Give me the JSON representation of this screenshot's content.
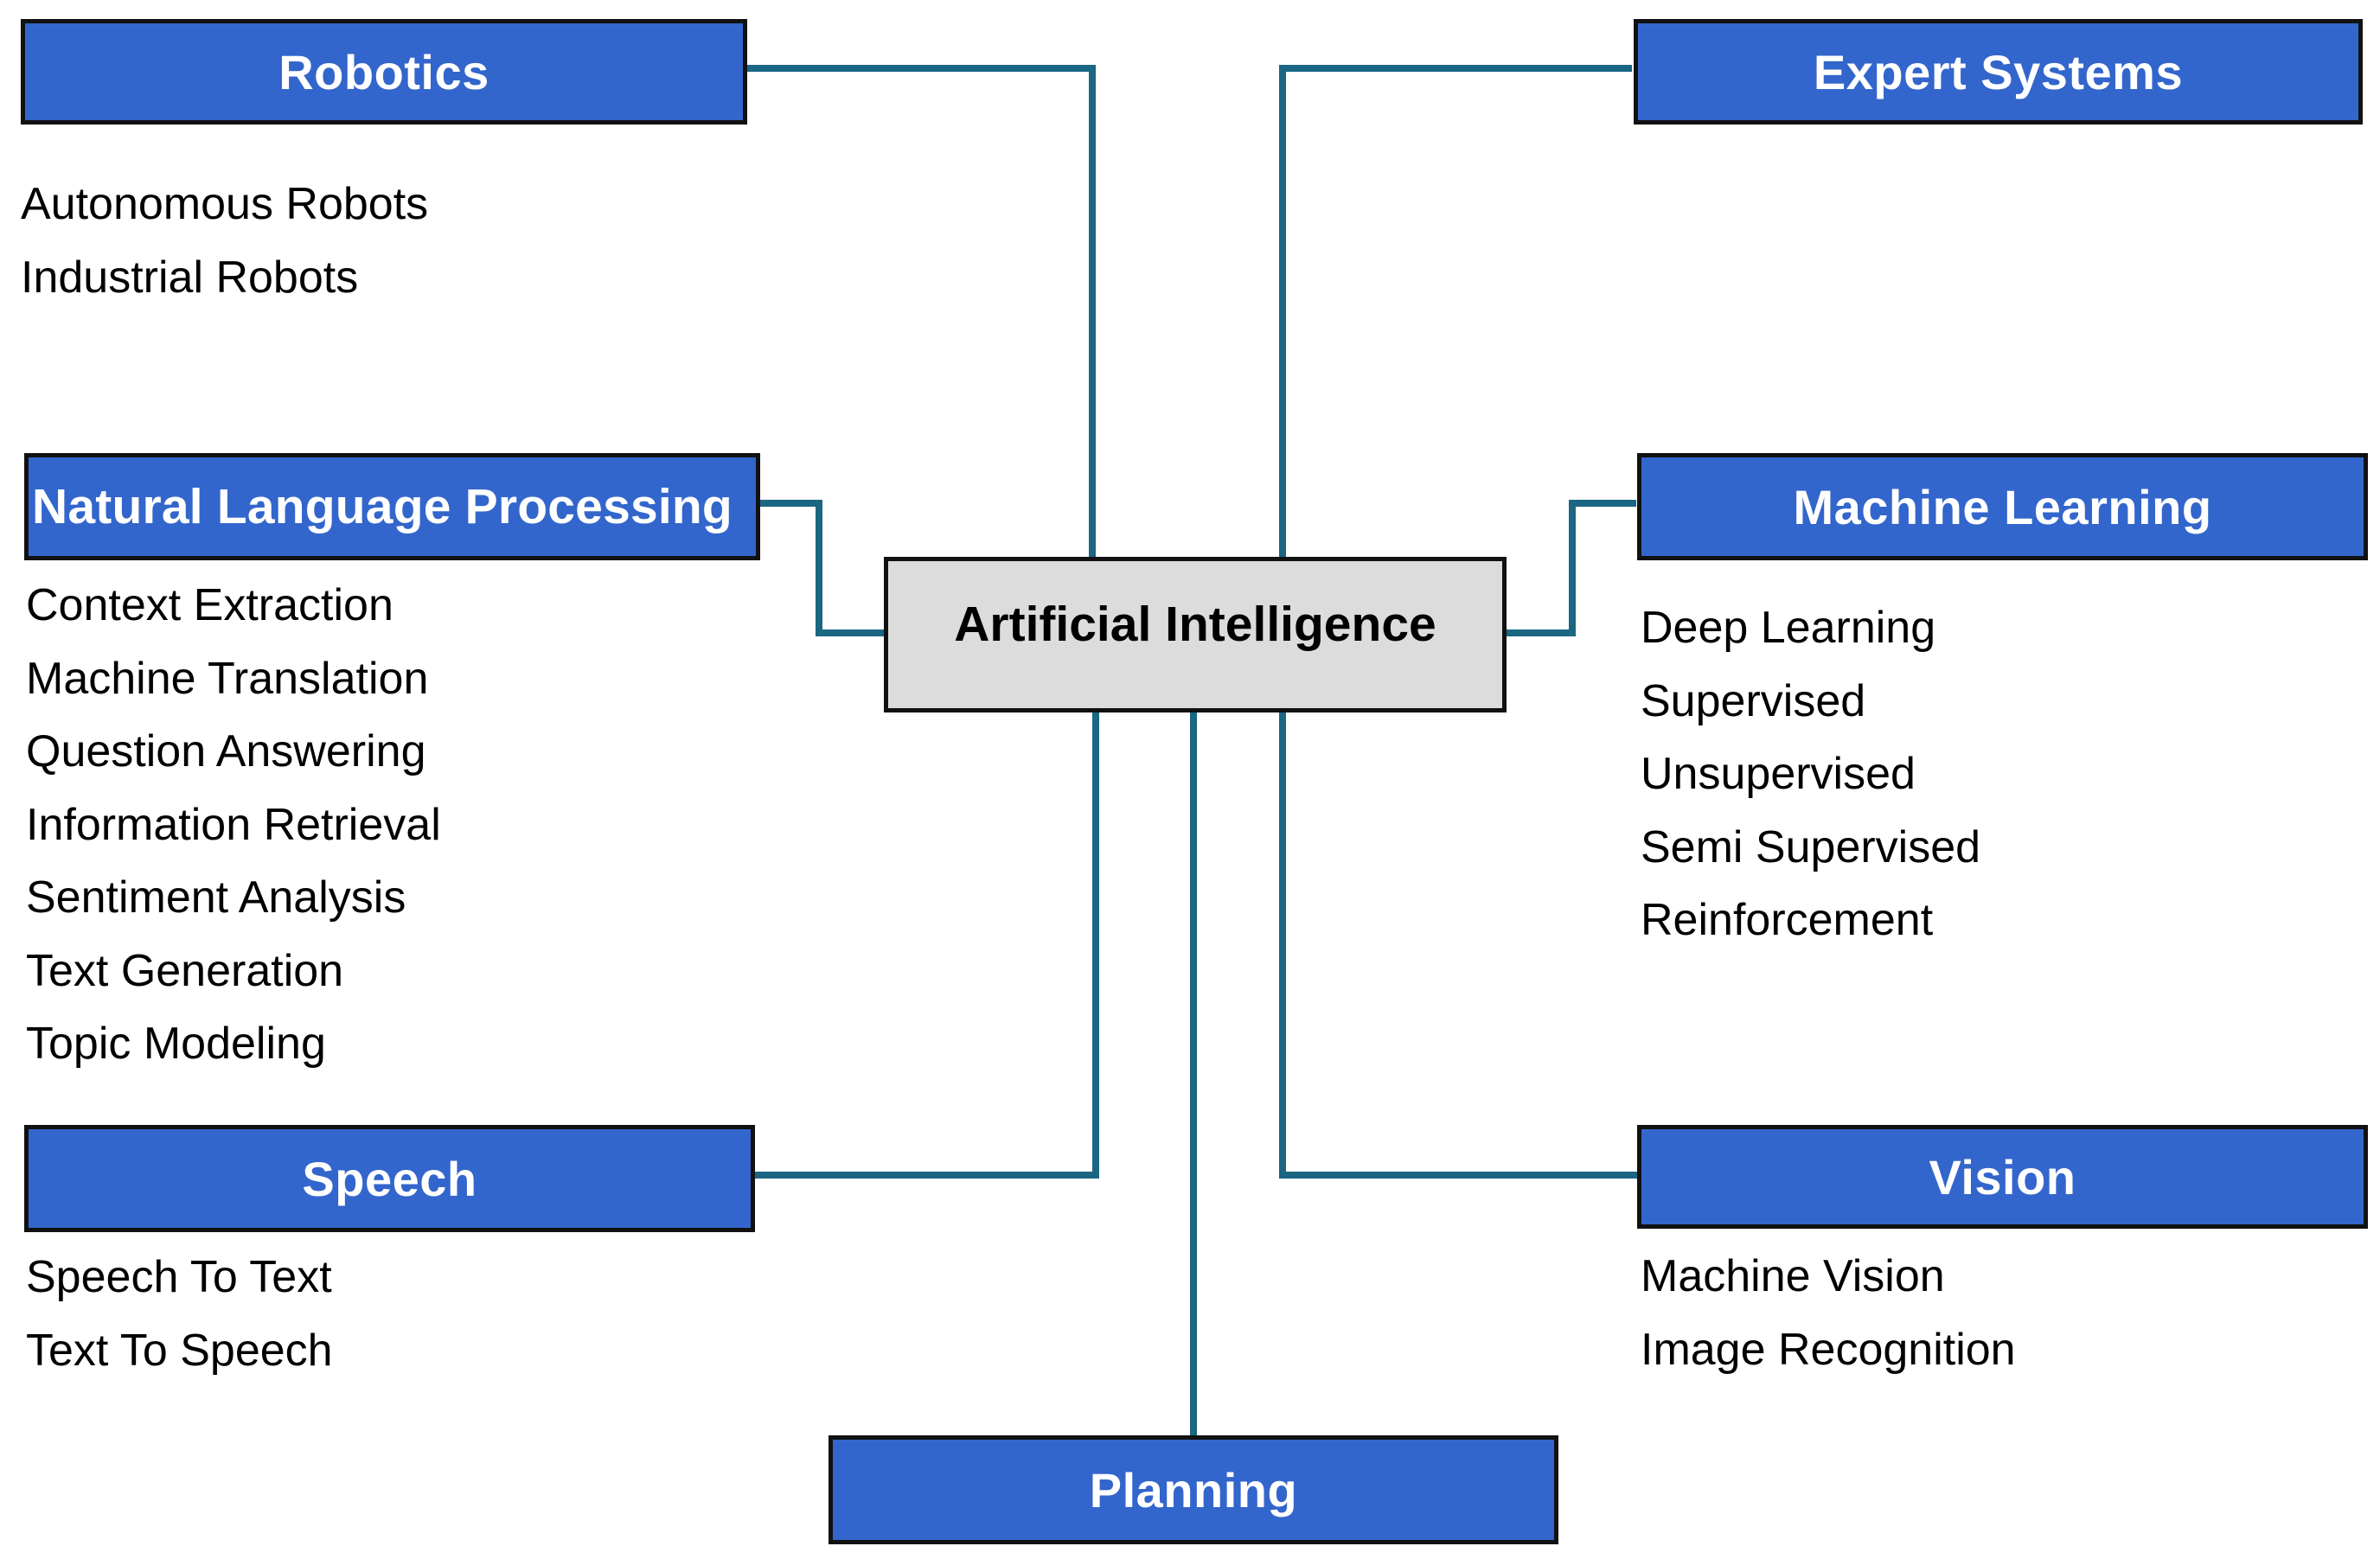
{
  "center": {
    "label": "Artificial Intelligence"
  },
  "colors": {
    "category_box_fill": "#3366cc",
    "center_box_fill": "#dcdcdc",
    "connector": "#1a6683",
    "border": "#111111"
  },
  "categories": {
    "robotics": {
      "label": "Robotics",
      "items": [
        "Autonomous Robots",
        "Industrial Robots"
      ]
    },
    "expert_systems": {
      "label": "Expert Systems",
      "items": []
    },
    "nlp": {
      "label": "Natural Language Processing",
      "items": [
        "Context Extraction",
        "Machine Translation",
        "Question Answering",
        "Information Retrieval",
        "Sentiment Analysis",
        "Text Generation",
        "Topic Modeling"
      ]
    },
    "machine_learning": {
      "label": "Machine Learning",
      "items": [
        "Deep Learning",
        "Supervised",
        "Unsupervised",
        "Semi Supervised",
        "Reinforcement"
      ]
    },
    "speech": {
      "label": "Speech",
      "items": [
        "Speech To Text",
        "Text To Speech"
      ]
    },
    "vision": {
      "label": "Vision",
      "items": [
        "Machine Vision",
        "Image Recognition"
      ]
    },
    "planning": {
      "label": "Planning",
      "items": []
    }
  }
}
